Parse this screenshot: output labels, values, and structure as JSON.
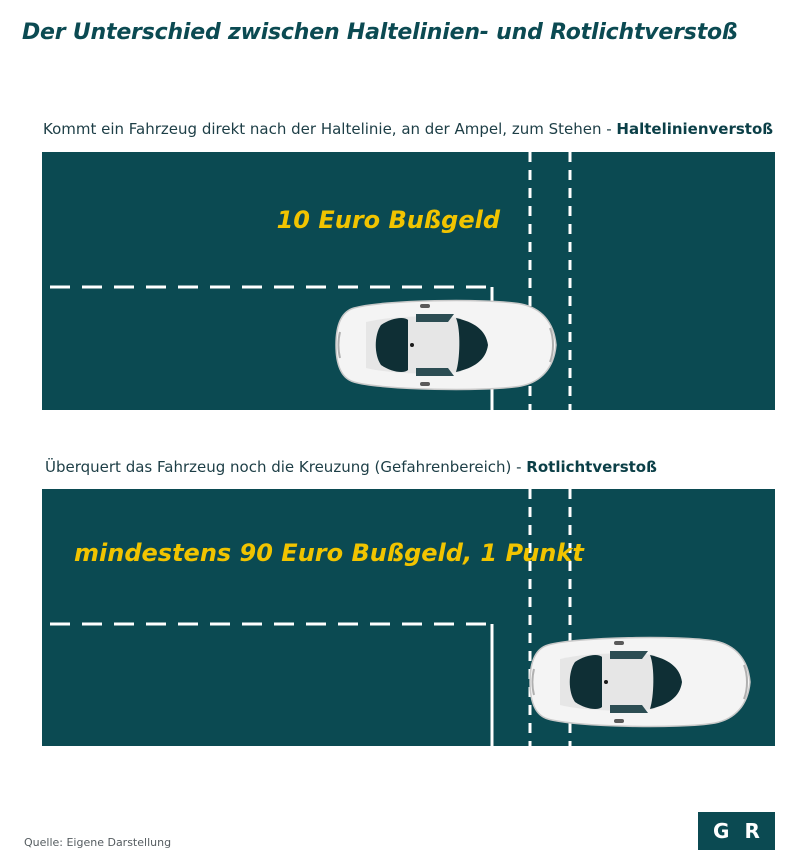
{
  "title": "Der Unterschied zwischen Haltelinien- und Rotlichtverstoß",
  "scenarios": [
    {
      "caption_text": "Kommt ein Fahrzeug direkt nach der Haltelinie, an der Ampel, zum Stehen - ",
      "caption_bold": "Haltelinienverstoß",
      "fine": "10 Euro Bußgeld"
    },
    {
      "caption_text": "Überquert das Fahrzeug noch die Kreuzung (Gefahrenbereich) - ",
      "caption_bold": "Rotlichtverstoß",
      "fine": "mindestens 90 Euro Bußgeld, 1 Punkt"
    }
  ],
  "source": "Quelle: Eigene Darstellung",
  "logo": {
    "letter1": "G",
    "letter2": "R"
  },
  "colors": {
    "road": "#0b4a52",
    "fine": "#f1c400",
    "markings": "#ffffff"
  }
}
